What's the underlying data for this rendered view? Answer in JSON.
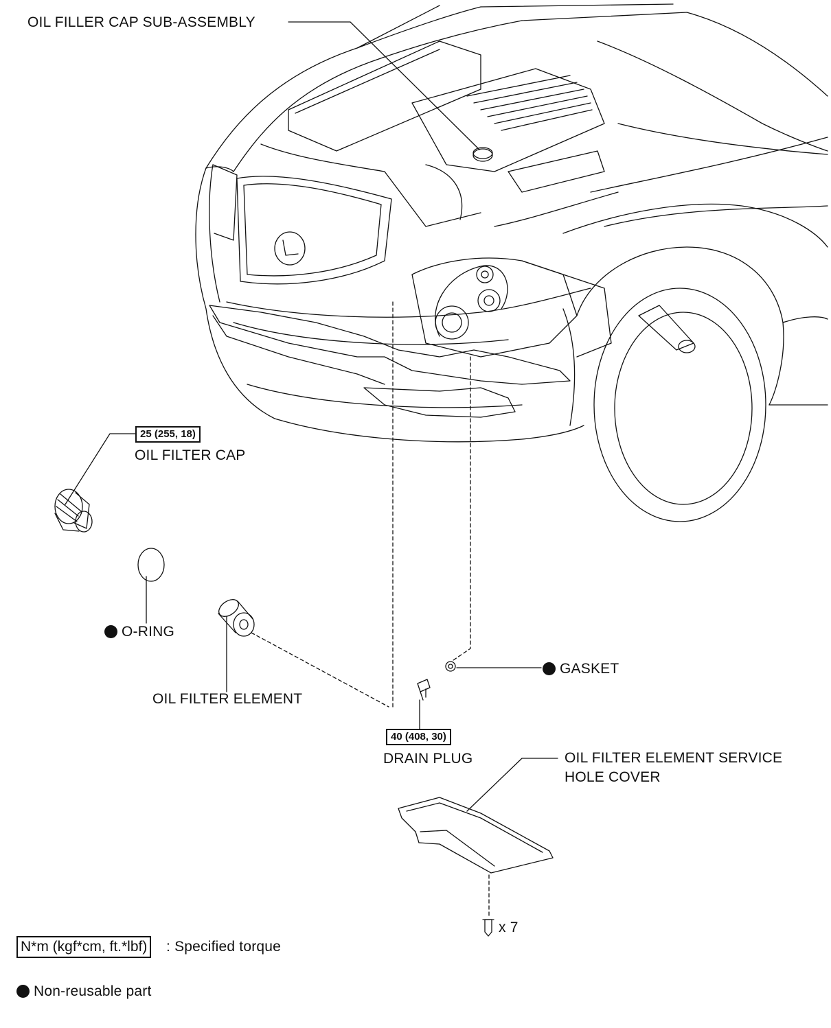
{
  "labels": {
    "oil_filler_cap": "OIL FILLER CAP SUB-ASSEMBLY",
    "oil_filter_cap": "OIL FILTER CAP",
    "oil_filter_cap_torque": "25 (255, 18)",
    "o_ring": "O-RING",
    "oil_filter_element": "OIL FILTER ELEMENT",
    "gasket": "GASKET",
    "drain_plug": "DRAIN PLUG",
    "drain_plug_torque": "40 (408, 30)",
    "service_cover_line1": "OIL FILTER ELEMENT SERVICE",
    "service_cover_line2": "HOLE COVER",
    "bolt_count": "x 7"
  },
  "legend": {
    "torque_unit": "N*m (kgf*cm, ft.*lbf)",
    "torque_text": ": Specified torque",
    "non_reusable_text": "Non-reusable part"
  },
  "colors": {
    "line": "#111111",
    "background": "#ffffff"
  }
}
